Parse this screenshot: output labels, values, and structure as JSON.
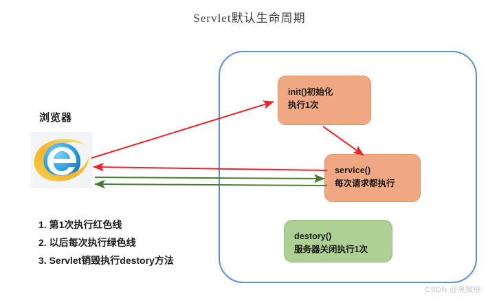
{
  "diagram": {
    "title": "Servlet默认生命周期",
    "watermark": "CSDN @黑猴侠"
  },
  "client": {
    "label": "浏览器",
    "icon": "internet-explorer-icon"
  },
  "server": {
    "border_color": "#5b8ed4",
    "nodes": [
      {
        "id": "init",
        "code": "init()初始化",
        "desc": "执行1次",
        "color": "#efa883"
      },
      {
        "id": "service",
        "code": "service()",
        "desc": "每次请求都执行",
        "color": "#efa883"
      },
      {
        "id": "destory",
        "code": "destory()",
        "desc": "服务器关闭执行1次",
        "color": "#aed095"
      }
    ]
  },
  "flows": {
    "red_color": "#e8232a",
    "green_color": "#4a7a32",
    "edges": [
      {
        "name": "browser-to-init",
        "color": "#e8232a",
        "direction": "right-up"
      },
      {
        "name": "init-to-service",
        "color": "#e8232a",
        "direction": "down-right"
      },
      {
        "name": "service-to-browser-first",
        "color": "#e8232a",
        "direction": "left"
      },
      {
        "name": "browser-to-service-repeat",
        "color": "#4a7a32",
        "direction": "right"
      },
      {
        "name": "service-to-browser-repeat",
        "color": "#4a7a32",
        "direction": "left"
      }
    ]
  },
  "legend": {
    "items": [
      "1. 第1次执行红色线",
      "2. 以后每次执行绿色线",
      "3. Servlet销毁执行destory方法"
    ]
  }
}
